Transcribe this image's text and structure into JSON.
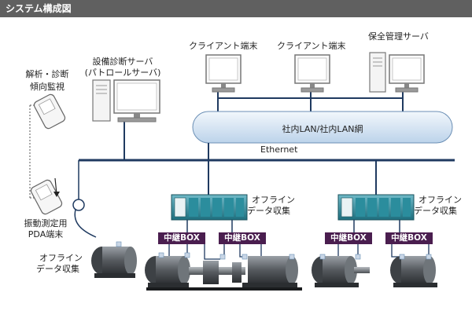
{
  "header": {
    "title": "システム構成図"
  },
  "labels": {
    "client1": "クライアント端末",
    "client2": "クライアント端末",
    "maint_server": "保全管理サーバ",
    "diag_server_l1": "設備診断サーバ",
    "diag_server_l2": "(パトロールサーバ)",
    "analysis_l1": "解析・診断",
    "analysis_l2": "傾向監視",
    "lan": "社内LAN/社内LAN網",
    "ethernet": "Ethernet",
    "offline1_l1": "オフライン",
    "offline1_l2": "データ収集",
    "offline2_l1": "オフライン",
    "offline2_l2": "データ収集",
    "pda_l1": "振動測定用",
    "pda_l2": "PDA端末",
    "offline3_l1": "オフライン",
    "offline3_l2": "データ収集",
    "relay": [
      "中継BOX",
      "中継BOX",
      "中継BOX",
      "中継BOX"
    ]
  },
  "colors": {
    "network_line": "#1f3a60",
    "lan_cloud_top": "#f2f7fc",
    "lan_cloud_bottom": "#bcd3ea",
    "relay_box": "#4a1e4f",
    "header_bg": "#606060"
  }
}
